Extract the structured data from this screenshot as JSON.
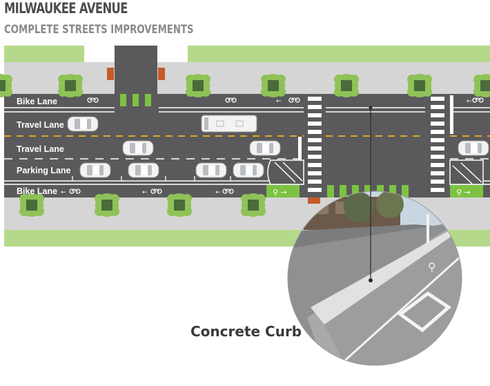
{
  "header": {
    "title": "MILWAUKEE AVENUE",
    "subtitle": "COMPLETE STREETS IMPROVEMENTS"
  },
  "lanes": {
    "bike_top": "Bike Lane",
    "travel_1": "Travel Lane",
    "travel_2": "Travel Lane",
    "parking": "Parking Lane",
    "bike_bottom": "Bike Lane"
  },
  "callout": {
    "label": "Concrete Curb"
  },
  "colors": {
    "grass": "#b5d98a",
    "sidewalk": "#d5d5d5",
    "asphalt": "#5a5a5c",
    "bike_green": "#7dc242",
    "bumpout_orange": "#c65a2a",
    "center_line": "#e5a524"
  }
}
